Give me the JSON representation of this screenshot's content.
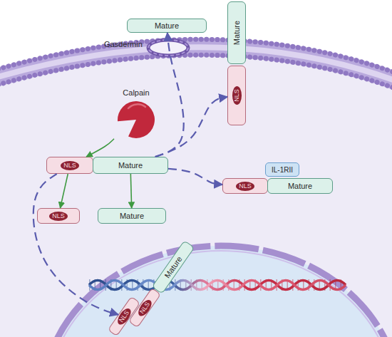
{
  "diagram": {
    "nodes": [
      {
        "text": [
          "Mature"
        ]
      },
      {
        "text": [
          "Mature"
        ]
      },
      {
        "text": [
          "NLS"
        ]
      },
      {
        "text": [
          "Calpain"
        ]
      },
      {
        "text": [
          "NLS"
        ]
      },
      {
        "text": [
          "Mature"
        ]
      },
      {
        "text": [
          "NLS"
        ]
      },
      {
        "text": [
          "Mature"
        ]
      },
      {
        "text": [
          "NLS"
        ]
      },
      {
        "text": [
          "Mature"
        ]
      },
      {
        "text": [
          "IL-1RII"
        ]
      },
      {
        "text": [
          "NLS"
        ]
      },
      {
        "text": [
          "NLS"
        ]
      },
      {
        "text": [
          "Mature"
        ]
      }
    ],
    "edges": [
      {
        "from": 3,
        "to": 4,
        "arrow": "to"
      },
      {
        "from": 4,
        "to": 6,
        "arrow": "to"
      },
      {
        "from": 5,
        "to": 7,
        "arrow": "to"
      },
      {
        "from": 5,
        "to": 0,
        "arrow": "to"
      },
      {
        "from": 5,
        "to": 2,
        "arrow": "to"
      },
      {
        "from": 5,
        "to": 8,
        "arrow": "to"
      },
      {
        "from": 4,
        "to": 11,
        "arrow": "to"
      }
    ],
    "labels": [
      "Gasdermin"
    ]
  }
}
